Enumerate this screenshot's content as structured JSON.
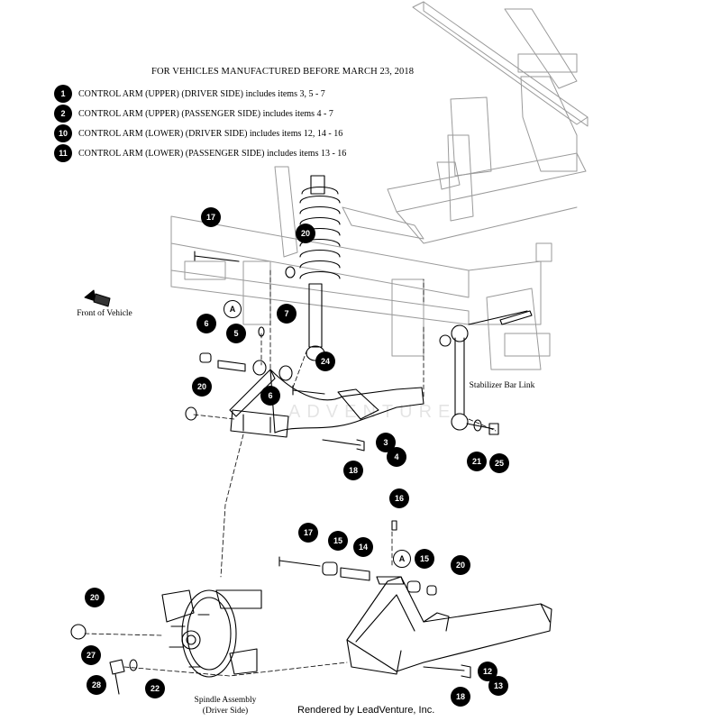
{
  "title": "FOR VEHICLES MANUFACTURED BEFORE MARCH 23, 2018",
  "legend": [
    {
      "num": "1",
      "text": "CONTROL ARM (UPPER) (DRIVER SIDE) includes items 3, 5 - 7"
    },
    {
      "num": "2",
      "text": "CONTROL ARM (UPPER) (PASSENGER SIDE) includes items 4 - 7"
    },
    {
      "num": "10",
      "text": "CONTROL ARM (LOWER) (DRIVER SIDE) includes items 12, 14 - 16"
    },
    {
      "num": "11",
      "text": "CONTROL ARM (LOWER) (PASSENGER SIDE) includes items 13 - 16"
    }
  ],
  "callouts": {
    "c17a": "17",
    "c20a": "20",
    "c7": "7",
    "c6a": "6",
    "c5": "5",
    "c24": "24",
    "c20b": "20",
    "c6b": "6",
    "c3": "3",
    "c4": "4",
    "c18a": "18",
    "c21": "21",
    "c25": "25",
    "c16": "16",
    "c17b": "17",
    "c15a": "15",
    "c14": "14",
    "c15b": "15",
    "c20c": "20",
    "c20d": "20",
    "c27": "27",
    "c22": "22",
    "c28": "28",
    "c12": "12",
    "c13": "13",
    "c18b": "18"
  },
  "ref_marker": "A",
  "labels": {
    "front_of_vehicle": "Front of Vehicle",
    "stabilizer_bar_link": "Stabilizer Bar Link",
    "spindle_line1": "Spindle Assembly",
    "spindle_line2": "(Driver Side)"
  },
  "watermark": "ADVENTURE",
  "footer": "Rendered by LeadVenture, Inc."
}
